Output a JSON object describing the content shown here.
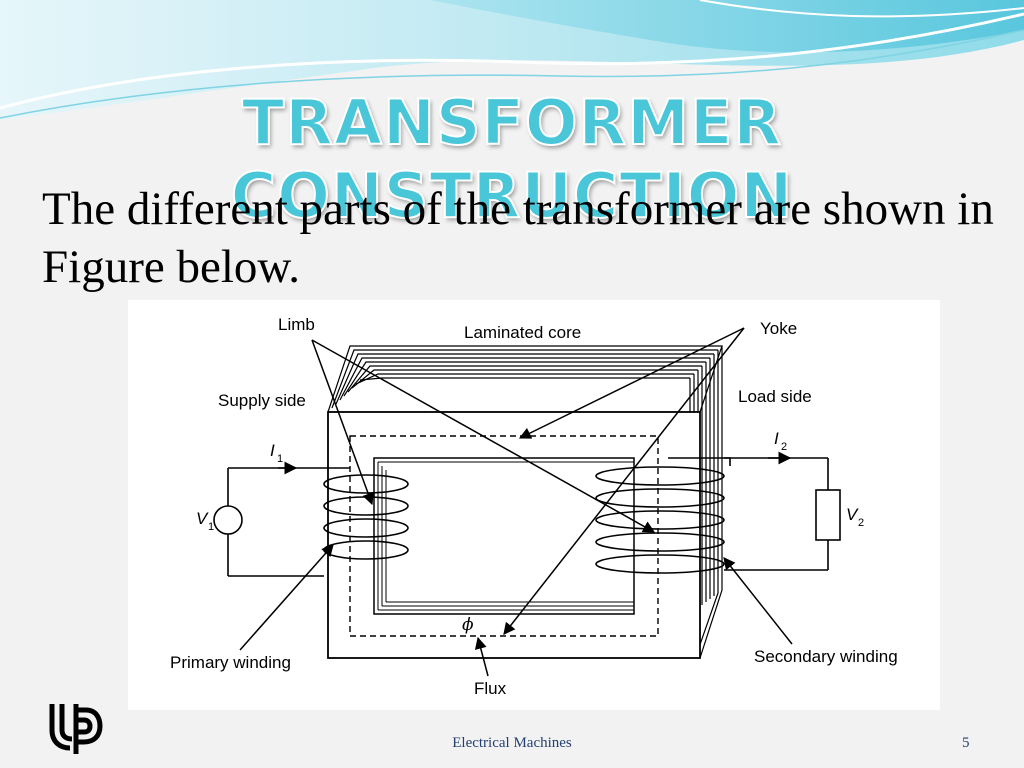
{
  "slide": {
    "title": "TRANSFORMER CONSTRUCTION",
    "body_text": "The different parts of the transformer are shown in Figure below.",
    "footer": "Electrical Machines",
    "page_number": "5",
    "logo_icon": "up-logo-icon"
  },
  "figure": {
    "labels": {
      "limb": "Limb",
      "laminated_core": "Laminated core",
      "yoke": "Yoke",
      "supply_side": "Supply side",
      "load_side": "Load side",
      "primary_winding": "Primary winding",
      "secondary_winding": "Secondary winding",
      "flux": "Flux",
      "flux_symbol": "ϕ",
      "i1": "I",
      "i1_sub": "1",
      "i2": "I",
      "i2_sub": "2",
      "v1": "V",
      "v1_sub": "1",
      "v2": "V",
      "v2_sub": "2"
    }
  },
  "colors": {
    "title": "#49c6d8",
    "footer_text": "#243f73",
    "wave_light": "#bfe9f2",
    "wave_mid": "#6ccde0",
    "background": "#f2f2f2"
  }
}
